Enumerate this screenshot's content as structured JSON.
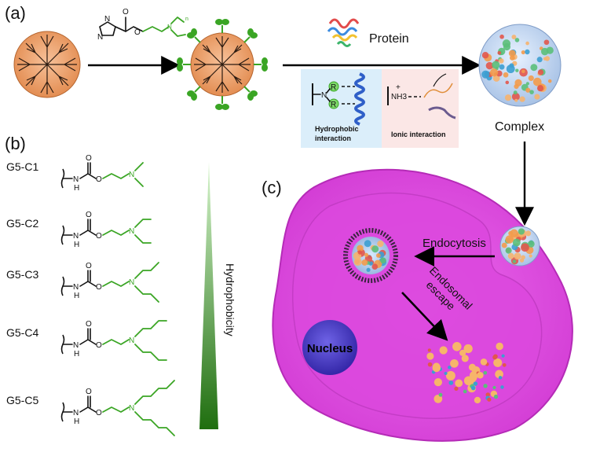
{
  "panels": {
    "a": "(a)",
    "b": "(b)",
    "c": "(c)"
  },
  "labels": {
    "protein": "Protein",
    "complex": "Complex",
    "hydrophobic_interaction": "Hydrophobic interaction",
    "ionic_interaction": "Ionic interaction",
    "endocytosis": "Endocytosis",
    "endosomal_escape": "Endosomal escape",
    "nucleus": "Nucleus",
    "hydrophobicity": "Hydrophobicity",
    "nh3": "NH3",
    "plus": "+",
    "r": "R",
    "n": "N"
  },
  "compounds": [
    "G5-C1",
    "G5-C2",
    "G5-C3",
    "G5-C4",
    "G5-C5"
  ],
  "colors": {
    "dendrimer": "#f0a46b",
    "dendrimer_lines": "#2b1a10",
    "green": "#3aa524",
    "cell": "#e44fe6",
    "cell_inner": "#d838d8",
    "nucleus": "#4a3fc9",
    "hydrophobic_box": "#dbeefa",
    "ionic_box": "#fbe7e6",
    "gradient_dark": "#1f6e0f",
    "gradient_light": "#c6f0b8"
  }
}
